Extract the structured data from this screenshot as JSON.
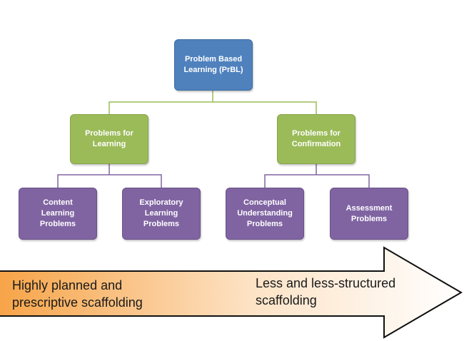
{
  "diagram": {
    "root": {
      "label_line1": "Problem Based",
      "label_line2": "Learning (PrBL)"
    },
    "branches": [
      {
        "label_line1": "Problems for",
        "label_line2": "Learning",
        "children": [
          {
            "lines": [
              "Content",
              "Learning",
              "Problems"
            ]
          },
          {
            "lines": [
              "Exploratory",
              "Learning",
              "Problems"
            ]
          }
        ]
      },
      {
        "label_line1": "Problems for",
        "label_line2": "Confirmation",
        "children": [
          {
            "lines": [
              "Conceptual",
              "Understanding",
              "Problems"
            ]
          },
          {
            "lines": [
              "Assessment",
              "Problems"
            ]
          }
        ]
      }
    ],
    "colors": {
      "root": "#4f81bd",
      "mid": "#9bbb59",
      "leaf": "#8064a2",
      "connector_green": "#9bbb59",
      "connector_purple": "#8064a2"
    }
  },
  "arrow": {
    "left_text_line1": "Highly planned and",
    "left_text_line2": "prescriptive scaffolding",
    "right_text_line1": "Less and less-structured",
    "right_text_line2": "scaffolding",
    "gradient_start": "#f7a448",
    "gradient_end": "#ffffff"
  }
}
